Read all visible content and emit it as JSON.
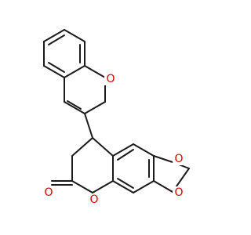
{
  "structure": {
    "atoms": [
      {
        "id": "a1",
        "symbol": "O"
      },
      {
        "id": "a2",
        "symbol": "O"
      },
      {
        "id": "a3",
        "symbol": "O"
      },
      {
        "id": "a4",
        "symbol": "O"
      },
      {
        "id": "a5",
        "symbol": "O"
      }
    ]
  },
  "colors": {
    "bond": "#1a1a1a",
    "oxygen": "#d40000",
    "background": "#ffffff"
  }
}
